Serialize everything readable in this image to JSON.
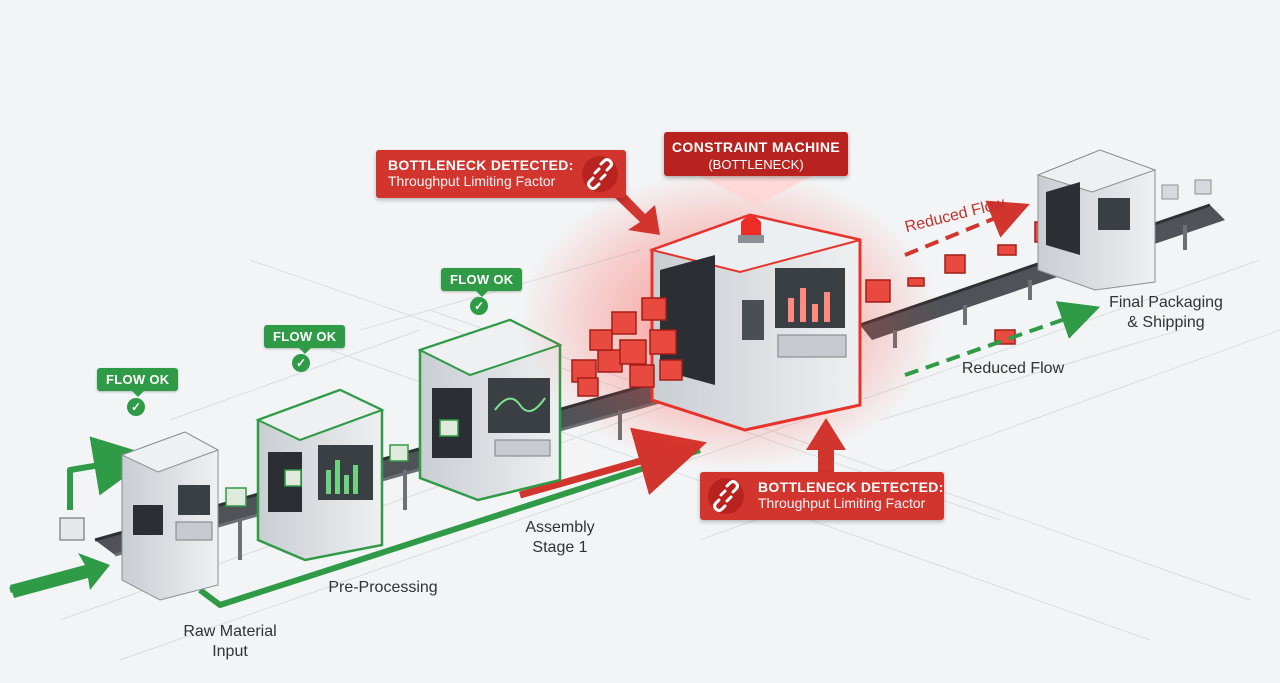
{
  "stages": {
    "raw_material": "Raw Material\nInput",
    "pre_processing": "Pre-Processing",
    "assembly": "Assembly\nStage 1",
    "final": "Final Packaging\n& Shipping"
  },
  "badges": {
    "flow_ok": "FLOW OK"
  },
  "constraint": {
    "title": "CONSTRAINT MACHINE",
    "subtitle": "(BOTTLENECK)"
  },
  "alerts": {
    "title": "BOTTLENECK DETECTED:",
    "subtitle": "Throughput Limiting Factor"
  },
  "flow_labels": {
    "reduced": "Reduced Flow"
  },
  "colors": {
    "ok": "#2f9b46",
    "alert": "#d2342e",
    "constraint": "#b9231f",
    "machine": "#dfe3e6",
    "belt": "#55595e"
  },
  "icons": {
    "alert_icon": "broken-link-icon",
    "check_icon": "check-icon"
  }
}
